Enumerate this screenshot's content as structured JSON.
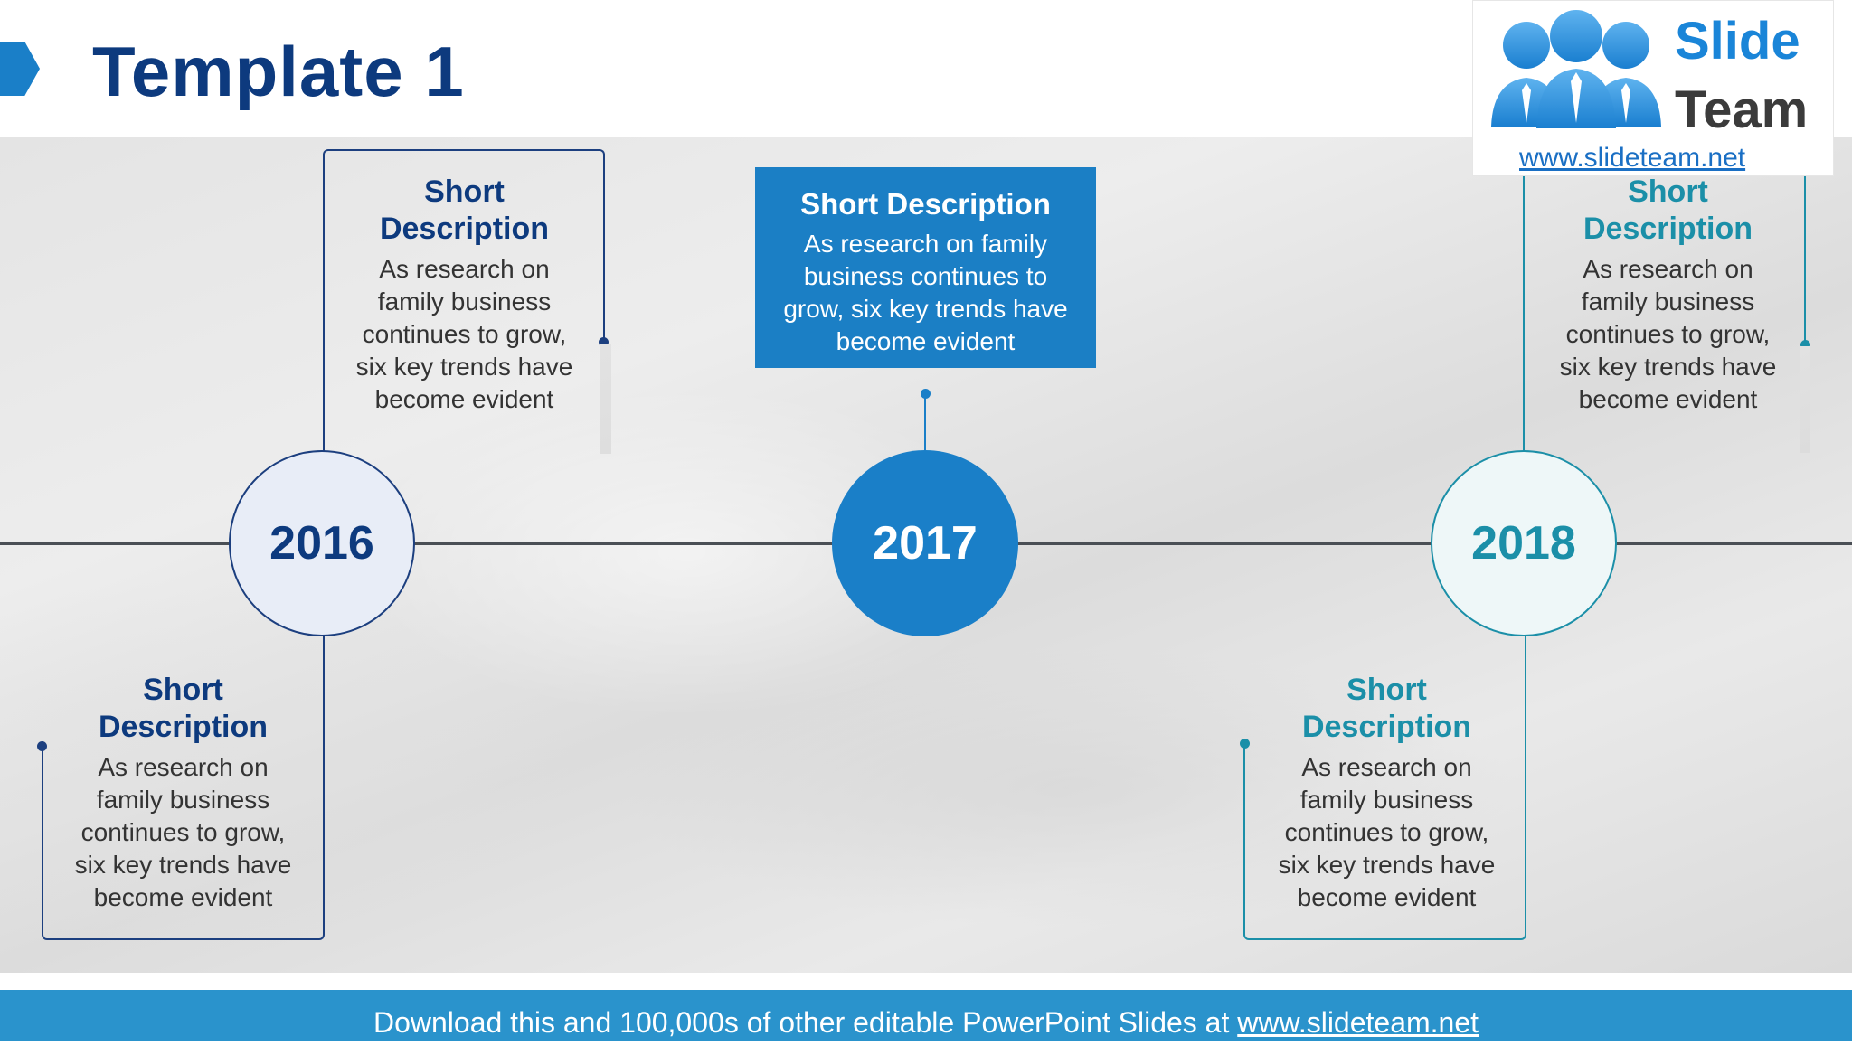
{
  "page": {
    "title": "Template 1"
  },
  "logo": {
    "word1": "Slide",
    "word2": "Team",
    "url": "www.slideteam.net"
  },
  "years": [
    {
      "label": "2016",
      "color": "#0d3a7e"
    },
    {
      "label": "2017",
      "color": "#1a7fc8"
    },
    {
      "label": "2018",
      "color": "#1b8fa8"
    }
  ],
  "descriptions": {
    "top_left": {
      "heading_line1": "Short",
      "heading_line2": "Description",
      "body_lines": [
        "As research on",
        "family business",
        "continues to grow,",
        "six key trends have",
        "become evident"
      ]
    },
    "bottom_left": {
      "heading_line1": "Short",
      "heading_line2": "Description",
      "body_lines": [
        "As research on",
        "family business",
        "continues to grow,",
        "six key trends have",
        "become evident"
      ]
    },
    "center": {
      "heading": "Short Description",
      "body_lines": [
        "As research on family",
        "business continues to",
        "grow, six key trends have",
        "become evident"
      ]
    },
    "top_right": {
      "heading_line1": "Short",
      "heading_line2": "Description",
      "body_lines": [
        "As research on",
        "family business",
        "continues to grow,",
        "six key trends have",
        "become evident"
      ]
    },
    "bottom_right": {
      "heading_line1": "Short",
      "heading_line2": "Description",
      "body_lines": [
        "As research on",
        "family business",
        "continues to grow,",
        "six key trends have",
        "become evident"
      ]
    }
  },
  "footer": {
    "text": "Download this and 100,000s of other editable PowerPoint Slides at ",
    "link": "www.slideteam.net"
  }
}
